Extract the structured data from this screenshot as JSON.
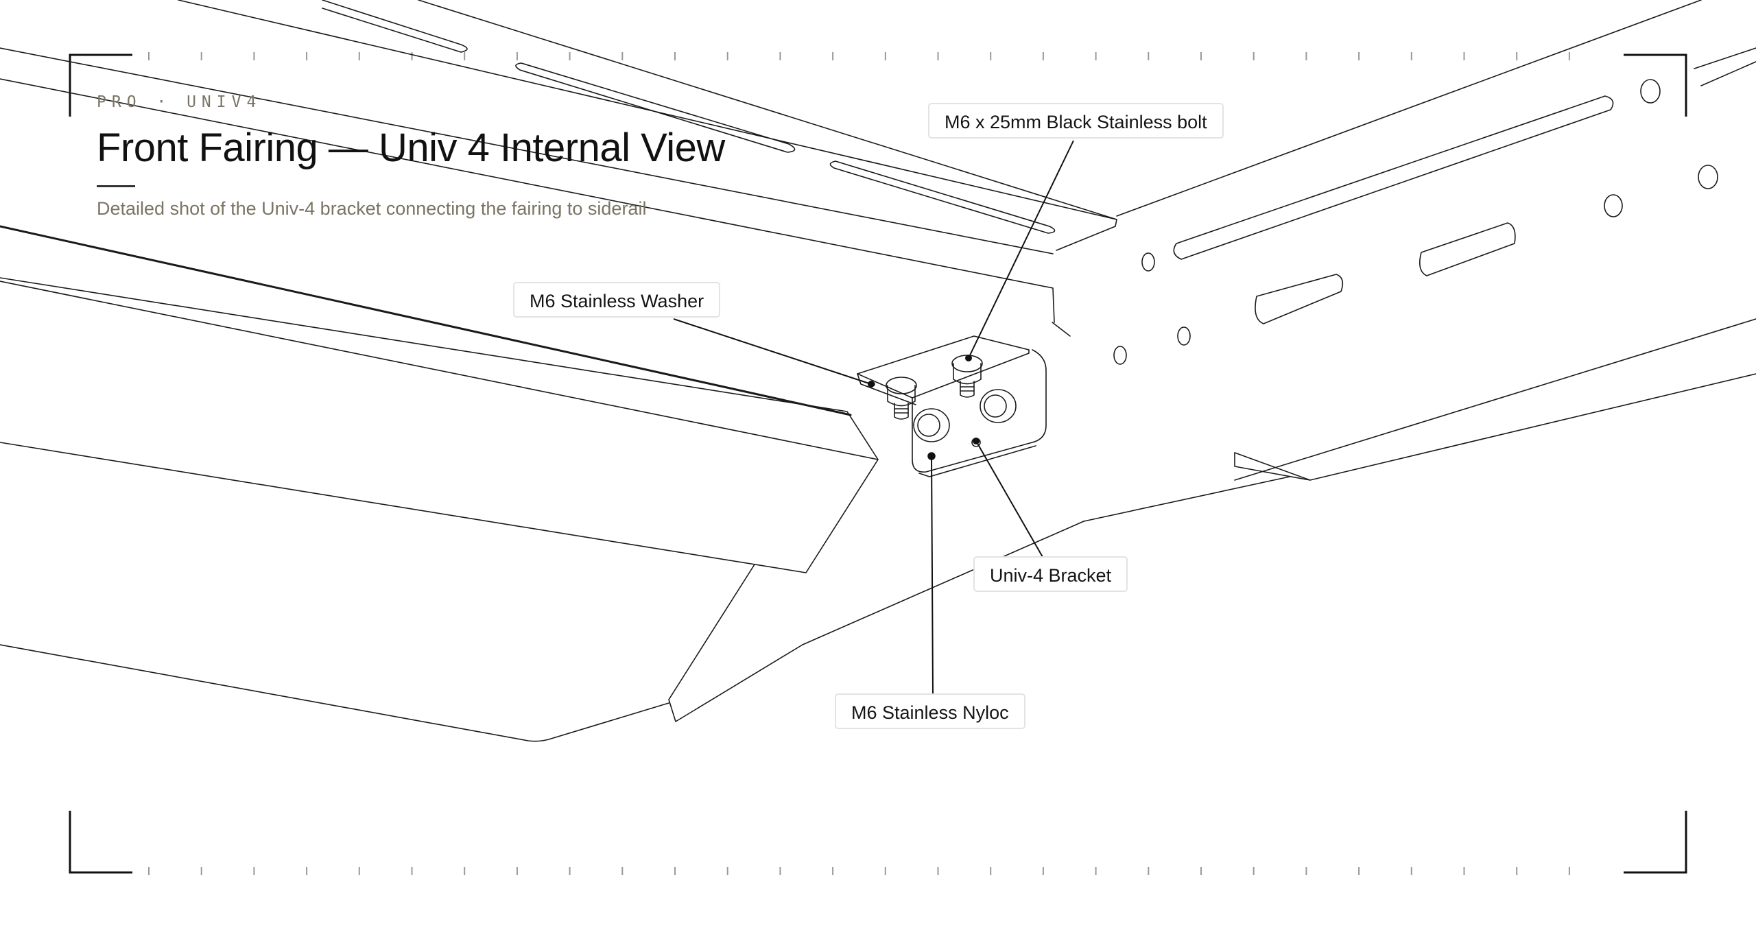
{
  "header": {
    "eyebrow": "PRO · UNIV4",
    "title": "Front Fairing — Univ 4 Internal View",
    "subtitle": "Detailed shot of the Univ-4 bracket connecting the fairing to siderail"
  },
  "callouts": {
    "bolt": "M6 x 25mm Black Stainless bolt",
    "washer": "M6 Stainless Washer",
    "bracket": "Univ-4 Bracket",
    "nyloc": "M6 Stainless Nyloc"
  },
  "colors": {
    "line": "#1a1a1a",
    "frame": "#111111",
    "eyebrow": "#7a7566",
    "subtitle": "#7a7463",
    "callout_border": "#e3e3e3"
  }
}
